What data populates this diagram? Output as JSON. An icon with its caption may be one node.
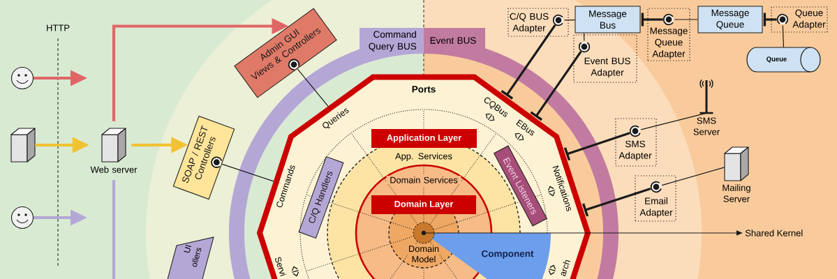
{
  "diagram": {
    "nodes": [
      {
        "text": [],
        "shape": "person"
      },
      {
        "text": [],
        "shape": "box"
      },
      {
        "text": [],
        "shape": "person"
      },
      {
        "text": [
          "Web server"
        ]
      },
      {
        "text": [
          "Admin GUI Views & Controllers"
        ]
      },
      {
        "text": [
          "SOAP / REST Controllers"
        ]
      },
      {
        "text": [
          "UI ollers"
        ]
      },
      {
        "text": [
          "Ports",
          "Queries",
          "Commands",
          "Servi",
          "CQBus",
          "EBus",
          "Notifications",
          "arch"
        ]
      },
      {
        "text": [
          "Application Layer"
        ],
        "in": 7
      },
      {
        "text": [
          "App. Services"
        ],
        "in": 7
      },
      {
        "text": [
          "C/Q Handlers"
        ],
        "in": 7
      },
      {
        "text": [
          "Event Listeners"
        ],
        "in": 7
      },
      {
        "text": [
          "Domain Services"
        ],
        "in": 9
      },
      {
        "text": [
          "Domain Layer"
        ],
        "in": 12
      },
      {
        "text": [
          "Domain Model"
        ],
        "in": 12
      },
      {
        "text": [],
        "shape": "circle",
        "in": 14
      },
      {
        "text": [
          "Component"
        ],
        "in": 7
      },
      {
        "text": [
          "C/Q BUS Adapter"
        ]
      },
      {
        "text": [
          "Message Bus"
        ]
      },
      {
        "text": [
          "Event BUS Adapter"
        ]
      },
      {
        "text": [
          "Message Queue Adapter"
        ]
      },
      {
        "text": [
          "Message Queue"
        ]
      },
      {
        "text": [
          "Queue Adapter"
        ]
      },
      {
        "text": [
          "Queue"
        ]
      },
      {
        "text": [
          "SMS Server"
        ]
      },
      {
        "text": [
          "SMS Adapter"
        ]
      },
      {
        "text": [
          "Email Adapter"
        ]
      },
      {
        "text": [
          "Mailing Server"
        ]
      },
      {
        "text": [
          "Shared Kernel"
        ]
      }
    ],
    "edges": [
      {
        "from": 0,
        "to": null,
        "arrow": "to",
        "color": "#e06666"
      },
      {
        "from": 1,
        "to": 3,
        "arrow": "to",
        "color": "#f1c232"
      },
      {
        "from": 2,
        "to": null,
        "arrow": "to",
        "color": "#b4a7d6"
      },
      {
        "from": 3,
        "to": 4,
        "arrow": "to",
        "color": "#e06666"
      },
      {
        "from": 3,
        "to": 5,
        "arrow": "to",
        "color": "#f1c232"
      },
      {
        "from": 3,
        "to": null,
        "arrow": "none",
        "color": "#b4a7d6"
      },
      {
        "from": 4,
        "to": 7,
        "arrow": "none"
      },
      {
        "from": 5,
        "to": 7,
        "arrow": "none"
      },
      {
        "from": 17,
        "to": 7,
        "arrow": "other"
      },
      {
        "from": 17,
        "to": 18,
        "arrow": "none"
      },
      {
        "from": 19,
        "to": 7,
        "arrow": "other"
      },
      {
        "from": 19,
        "to": 18,
        "arrow": "none"
      },
      {
        "from": 20,
        "to": 18,
        "arrow": "other"
      },
      {
        "from": 20,
        "to": 21,
        "arrow": "none"
      },
      {
        "from": 22,
        "to": 21,
        "arrow": "other"
      },
      {
        "from": 22,
        "to": 23,
        "arrow": "none"
      },
      {
        "from": 25,
        "to": 7,
        "arrow": "other"
      },
      {
        "from": 25,
        "to": 24,
        "arrow": "none"
      },
      {
        "from": 26,
        "to": 7,
        "arrow": "other"
      },
      {
        "from": 26,
        "to": 27,
        "arrow": "none"
      },
      {
        "from": 15,
        "to": 28,
        "arrow": "to"
      }
    ],
    "labels": [
      "HTTP",
      "Command Query BUS",
      "Event BUS"
    ]
  }
}
